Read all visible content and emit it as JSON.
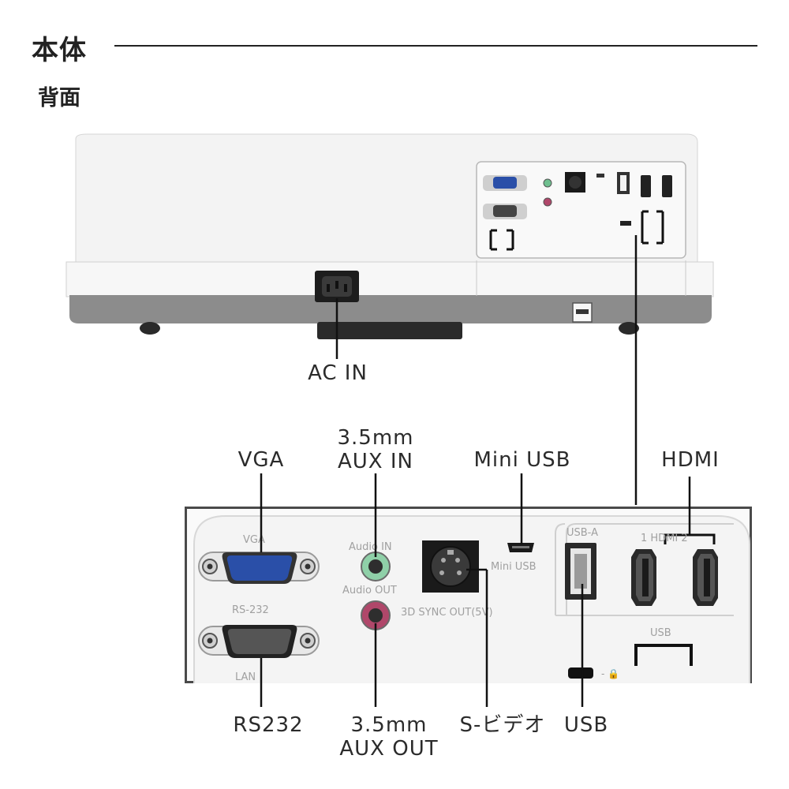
{
  "heading": "本体",
  "subheading": "背面",
  "callouts": {
    "ac_in": "AC IN",
    "vga": "VGA",
    "aux_in_line1": "3.5mm",
    "aux_in_line2": "AUX IN",
    "mini_usb": "Mini USB",
    "hdmi": "HDMI",
    "rs232": "RS232",
    "aux_out_line1": "3.5mm",
    "aux_out_line2": "AUX OUT",
    "s_video": "S-ビデオ",
    "usb": "USB"
  },
  "panel_print": {
    "vga": "VGA",
    "rs232": "RS-232",
    "lan": "LAN",
    "audio_in": "Audio IN",
    "audio_out": "Audio OUT",
    "mini_usb": "Mini USB",
    "sync_out": "3D SYNC OUT(5V)",
    "usb_a": "USB-A",
    "hdmi_ports": "1 HDMI 2",
    "usb": "USB"
  },
  "colors": {
    "body_white": "#f2f2f2",
    "body_grey": "#8a8a8a",
    "vga_blue": "#2a4fa8",
    "audio_in_green": "#6fbf8f",
    "audio_out_pink": "#b0476a",
    "port_black": "#1a1a1a"
  }
}
